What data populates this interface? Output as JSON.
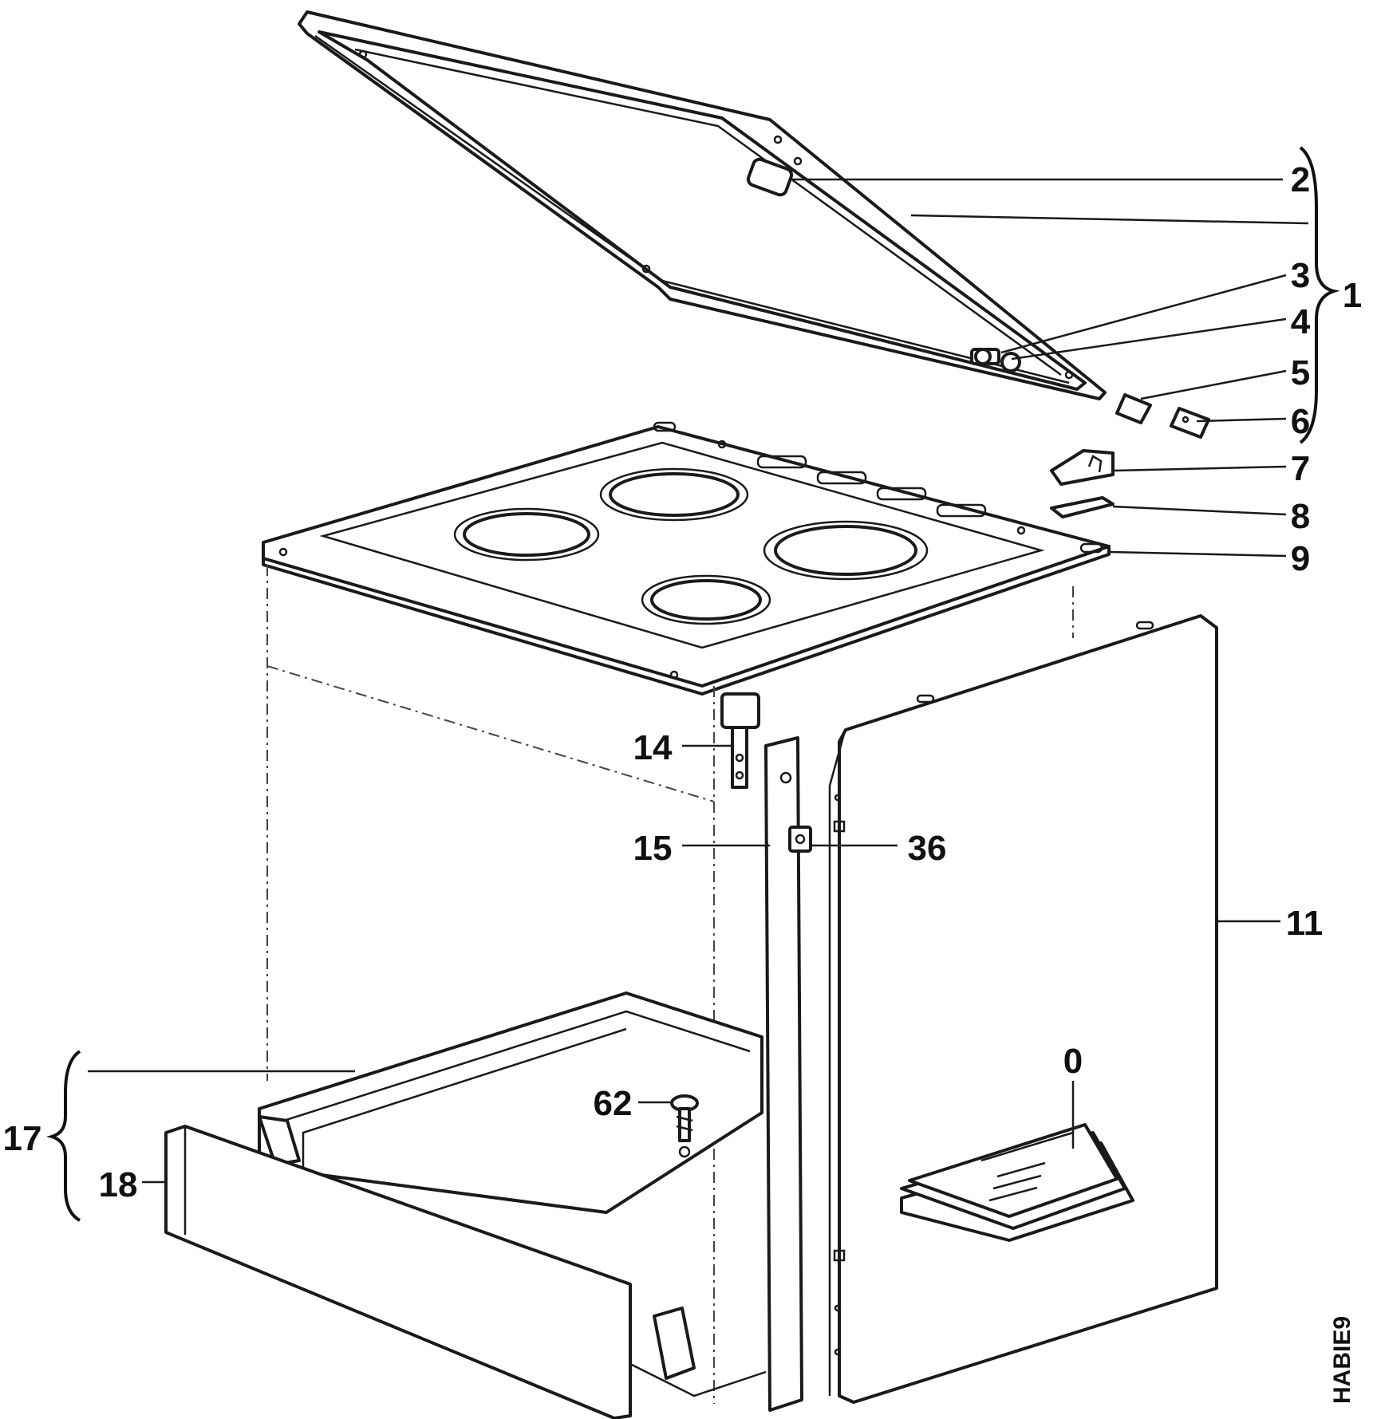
{
  "diagram": {
    "drawing_code": "HABIE9",
    "callouts": [
      {
        "id": "c0",
        "text": "0"
      },
      {
        "id": "c1",
        "text": "1"
      },
      {
        "id": "c2",
        "text": "2"
      },
      {
        "id": "c3",
        "text": "3"
      },
      {
        "id": "c4",
        "text": "4"
      },
      {
        "id": "c5",
        "text": "5"
      },
      {
        "id": "c6",
        "text": "6"
      },
      {
        "id": "c7",
        "text": "7"
      },
      {
        "id": "c8",
        "text": "8"
      },
      {
        "id": "c9",
        "text": "9"
      },
      {
        "id": "c11",
        "text": "11"
      },
      {
        "id": "c14",
        "text": "14"
      },
      {
        "id": "c15",
        "text": "15"
      },
      {
        "id": "c17",
        "text": "17"
      },
      {
        "id": "c18",
        "text": "18"
      },
      {
        "id": "c36",
        "text": "36"
      },
      {
        "id": "c62",
        "text": "62"
      }
    ],
    "colors": {
      "line": "#1a1a1a",
      "background": "#ffffff"
    }
  }
}
